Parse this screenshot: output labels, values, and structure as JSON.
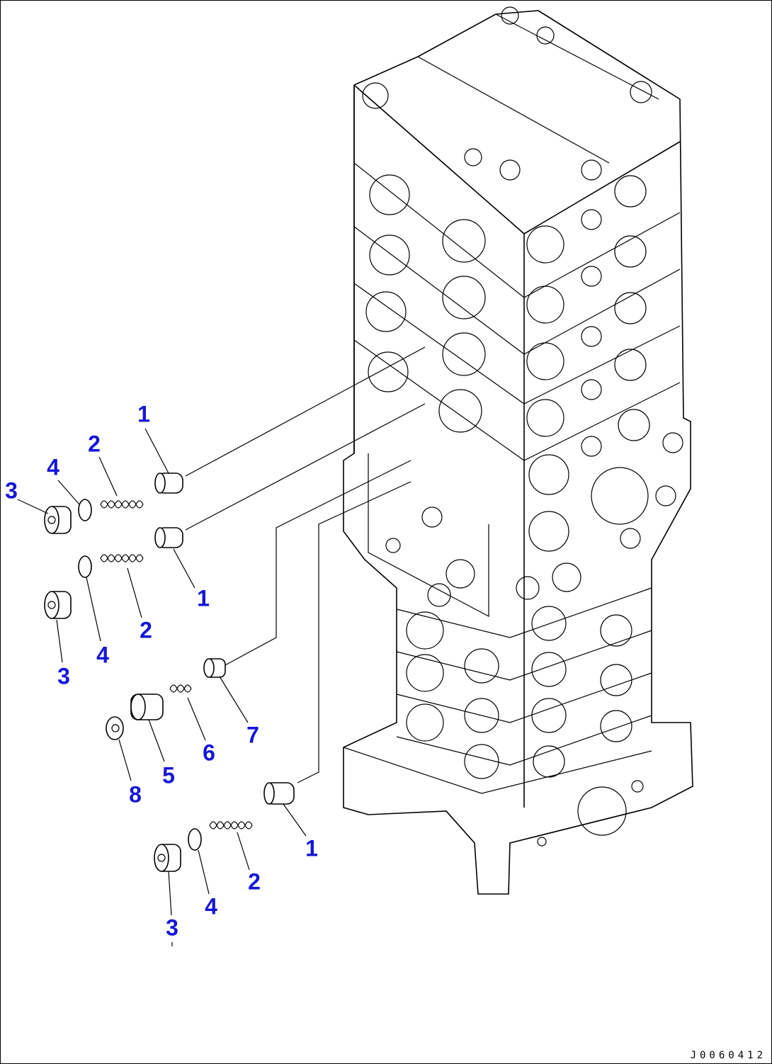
{
  "diagram": {
    "callouts": [
      {
        "id": "c1a",
        "text": "1"
      },
      {
        "id": "c2a",
        "text": "2"
      },
      {
        "id": "c4a",
        "text": "4"
      },
      {
        "id": "c3a",
        "text": "3"
      },
      {
        "id": "c1b",
        "text": "1"
      },
      {
        "id": "c2b",
        "text": "2"
      },
      {
        "id": "c4b",
        "text": "4"
      },
      {
        "id": "c3b",
        "text": "3"
      },
      {
        "id": "c7",
        "text": "7"
      },
      {
        "id": "c6",
        "text": "6"
      },
      {
        "id": "c5",
        "text": "5"
      },
      {
        "id": "c8",
        "text": "8"
      },
      {
        "id": "c1c",
        "text": "1"
      },
      {
        "id": "c2c",
        "text": "2"
      },
      {
        "id": "c4c",
        "text": "4"
      },
      {
        "id": "c3c",
        "text": "3"
      }
    ],
    "drawing_code": "J0060412",
    "callout_color": "#1515d8"
  }
}
